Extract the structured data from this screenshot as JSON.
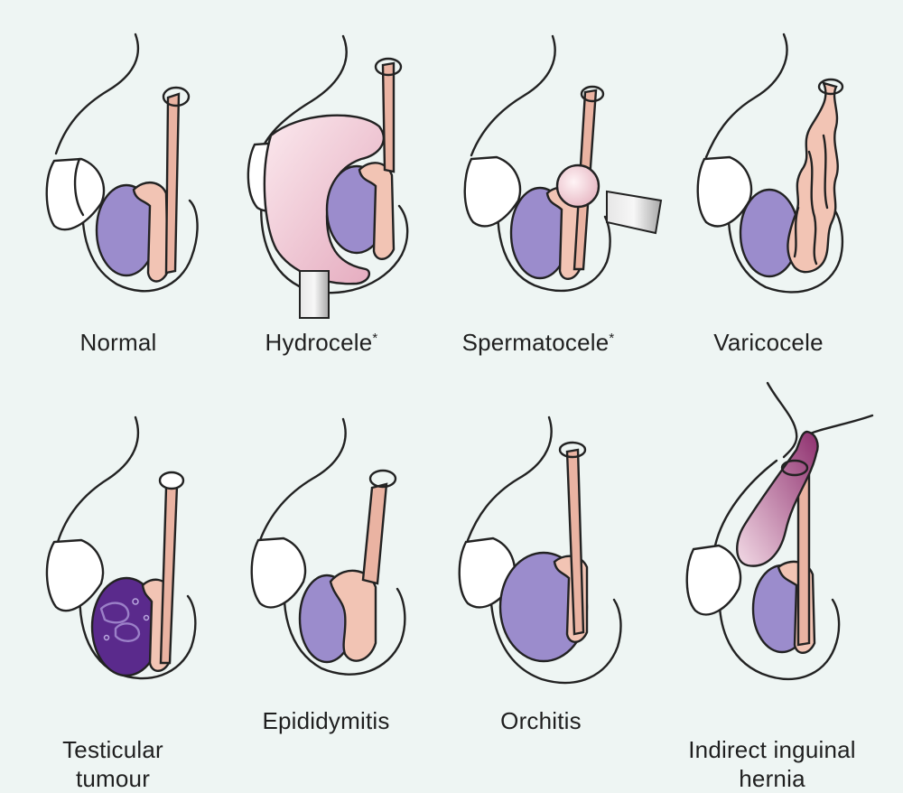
{
  "colors": {
    "background": "#eef5f3",
    "testis": "#9b8ccc",
    "tumour_testis": "#5a2a8c",
    "epididymis": "#f2c4b4",
    "cord": "#eab3a2",
    "hydrocele_fluid": "#f0ccd5",
    "hernia_sac": "#b04a86",
    "needle_grey": "#c4c4c4"
  },
  "panels": [
    {
      "id": "normal",
      "label": "Normal",
      "marker": ""
    },
    {
      "id": "hydrocele",
      "label": "Hydrocele",
      "marker": "*"
    },
    {
      "id": "spermatocele",
      "label": "Spermatocele",
      "marker": "*"
    },
    {
      "id": "varicocele",
      "label": "Varicocele",
      "marker": ""
    },
    {
      "id": "testicular-tumour",
      "label": "Testicular\ntumour",
      "marker": ""
    },
    {
      "id": "epididymitis",
      "label": "Epididymitis",
      "marker": ""
    },
    {
      "id": "orchitis",
      "label": "Orchitis",
      "marker": ""
    },
    {
      "id": "indirect-inguinal-hernia",
      "label": "Indirect inguinal\nhernia",
      "marker": ""
    }
  ]
}
